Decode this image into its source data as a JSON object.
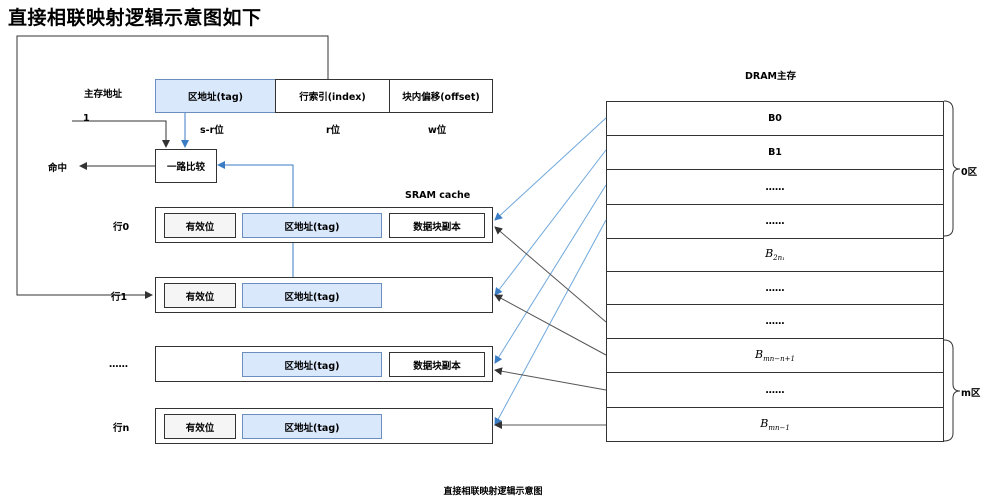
{
  "heading": "直接相联映射逻辑示意图如下",
  "caption": "直接相联映射逻辑示意图",
  "main_memory_address": {
    "label": "主存地址",
    "fields": [
      {
        "name": "区地址(tag)",
        "bits": "s-r位"
      },
      {
        "name": "行索引(index)",
        "bits": "r位"
      },
      {
        "name": "块内偏移(offset)",
        "bits": "w位"
      }
    ]
  },
  "comparator": {
    "label": "一路比较",
    "input_one": "1",
    "hit_label": "命中"
  },
  "cache": {
    "title": "SRAM cache",
    "valid_label": "有效位",
    "tag_label": "区地址(tag)",
    "data_label": "数据块副本",
    "rows": [
      {
        "label": "行0"
      },
      {
        "label": "行1"
      },
      {
        "label": "……"
      },
      {
        "label": "行n"
      }
    ]
  },
  "dram": {
    "title": "DRAM主存",
    "rows": [
      {
        "text": "B0"
      },
      {
        "text": "B1"
      },
      {
        "text": "……"
      },
      {
        "text": "……"
      },
      {
        "text": "B",
        "sub": "2n₁"
      },
      {
        "text": "……"
      },
      {
        "text": "……"
      },
      {
        "text": "B",
        "sub": "mn−n+1"
      },
      {
        "text": "……"
      },
      {
        "text": "B",
        "sub": "mn−1"
      }
    ],
    "zones": [
      "0区",
      "m区"
    ]
  },
  "colors": {
    "blue_line": "#6fa8dc",
    "dark_line": "#555555",
    "tag_fill": "#dae8fc",
    "valid_fill": "#f5f5f5"
  }
}
